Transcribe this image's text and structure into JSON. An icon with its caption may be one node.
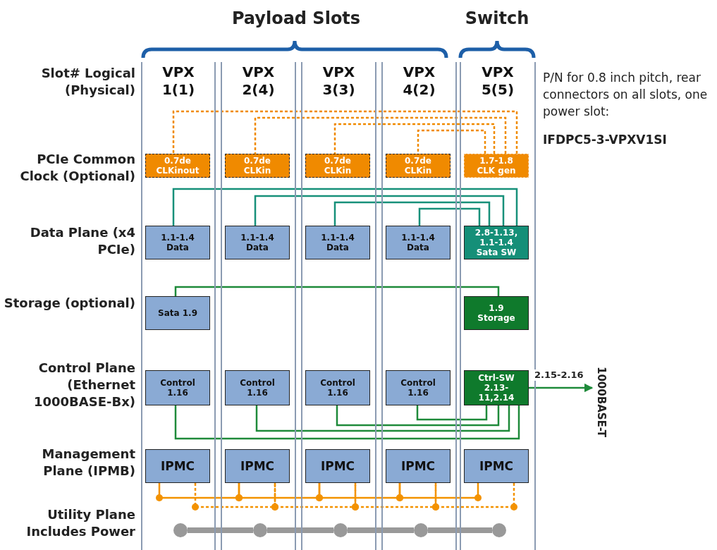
{
  "diagram": {
    "nodes": [
      {
        "text": [
          "VPX 1(1)"
        ]
      },
      {
        "text": [
          "VPX 2(4)"
        ]
      },
      {
        "text": [
          "VPX 3(3)"
        ]
      },
      {
        "text": [
          "VPX 4(2)"
        ]
      },
      {
        "text": [
          "VPX 5(5)"
        ]
      },
      {
        "text": [
          "0.7de CLKinout"
        ],
        "in": 0
      },
      {
        "text": [
          "0.7de CLKin"
        ],
        "in": 1
      },
      {
        "text": [
          "0.7de CLKin"
        ],
        "in": 2
      },
      {
        "text": [
          "0.7de CLKin"
        ],
        "in": 3
      },
      {
        "text": [
          "1.7-1.8 CLK gen"
        ],
        "in": 4
      },
      {
        "text": [
          "1.1-1.4 Data"
        ],
        "in": 0
      },
      {
        "text": [
          "1.1-1.4 Data"
        ],
        "in": 1
      },
      {
        "text": [
          "1.1-1.4 Data"
        ],
        "in": 2
      },
      {
        "text": [
          "1.1-1.4 Data"
        ],
        "in": 3
      },
      {
        "text": [
          "2.8-1.13, 1.1-1.4 Sata SW"
        ],
        "in": 4
      },
      {
        "text": [
          "Sata 1.9"
        ],
        "in": 0
      },
      {
        "text": [
          "1.9 Storage"
        ],
        "in": 4
      },
      {
        "text": [
          "Control 1.16"
        ],
        "in": 0
      },
      {
        "text": [
          "Control 1.16"
        ],
        "in": 1
      },
      {
        "text": [
          "Control 1.16"
        ],
        "in": 2
      },
      {
        "text": [
          "Control 1.16"
        ],
        "in": 3
      },
      {
        "text": [
          "Ctrl-SW 2.13-11,2.14"
        ],
        "in": 4
      },
      {
        "text": [
          "1000BASE-T"
        ]
      },
      {
        "text": [
          "IPMC"
        ],
        "in": 0
      },
      {
        "text": [
          "IPMC"
        ],
        "in": 1
      },
      {
        "text": [
          "IPMC"
        ],
        "in": 2
      },
      {
        "text": [
          "IPMC"
        ],
        "in": 3
      },
      {
        "text": [
          "IPMC"
        ],
        "in": 4
      },
      {
        "text": [],
        "shape": "circle",
        "in": 0
      },
      {
        "text": [],
        "shape": "circle",
        "in": 1
      },
      {
        "text": [],
        "shape": "circle",
        "in": 2
      },
      {
        "text": [],
        "shape": "circle",
        "in": 3
      },
      {
        "text": [],
        "shape": "circle",
        "in": 4
      }
    ],
    "edges": [
      {
        "from": 9,
        "to": 5,
        "arrow": "none",
        "style": "dashed",
        "color": "#f08a00"
      },
      {
        "from": 9,
        "to": 6,
        "arrow": "none",
        "style": "dashed",
        "color": "#f08a00"
      },
      {
        "from": 9,
        "to": 7,
        "arrow": "none",
        "style": "dashed",
        "color": "#f08a00"
      },
      {
        "from": 9,
        "to": 8,
        "arrow": "none",
        "style": "dashed",
        "color": "#f08a00"
      },
      {
        "from": 14,
        "to": 10,
        "arrow": "none",
        "color": "#17907a"
      },
      {
        "from": 14,
        "to": 11,
        "arrow": "none",
        "color": "#17907a"
      },
      {
        "from": 14,
        "to": 12,
        "arrow": "none",
        "color": "#17907a"
      },
      {
        "from": 14,
        "to": 13,
        "arrow": "none",
        "color": "#17907a"
      },
      {
        "from": 16,
        "to": 15,
        "arrow": "none",
        "color": "#1e8a3a"
      },
      {
        "from": 21,
        "to": 17,
        "arrow": "none",
        "color": "#1e8a3a"
      },
      {
        "from": 21,
        "to": 18,
        "arrow": "none",
        "color": "#1e8a3a"
      },
      {
        "from": 21,
        "to": 19,
        "arrow": "none",
        "color": "#1e8a3a"
      },
      {
        "from": 21,
        "to": 20,
        "arrow": "none",
        "color": "#1e8a3a"
      },
      {
        "from": 21,
        "to": 22,
        "arrow": "to",
        "label": "2.15-2.16",
        "color": "#1e8a3a"
      },
      {
        "from": 23,
        "to": 24,
        "arrow": "none"
      },
      {
        "from": 24,
        "to": 25,
        "arrow": "none"
      },
      {
        "from": 25,
        "to": 26,
        "arrow": "none"
      },
      {
        "from": 26,
        "to": 27,
        "arrow": "none"
      },
      {
        "from": 23,
        "to": 24,
        "arrow": "none",
        "style": "dashed"
      },
      {
        "from": 24,
        "to": 25,
        "arrow": "none",
        "style": "dashed"
      },
      {
        "from": 25,
        "to": 26,
        "arrow": "none",
        "style": "dashed"
      },
      {
        "from": 26,
        "to": 27,
        "arrow": "none",
        "style": "dashed"
      },
      {
        "from": 28,
        "to": 29,
        "arrow": "none",
        "style": "thick",
        "color": "#999999"
      },
      {
        "from": 29,
        "to": 30,
        "arrow": "none",
        "style": "thick",
        "color": "#999999"
      },
      {
        "from": 30,
        "to": 31,
        "arrow": "none",
        "style": "thick",
        "color": "#999999"
      },
      {
        "from": 31,
        "to": 32,
        "arrow": "none",
        "style": "thick",
        "color": "#999999"
      }
    ],
    "labels": [
      "Payload Slots",
      "Switch",
      "Slot# Logical (Physical)",
      "P/N for 0.8 inch pitch, rear connectors on all slots, one power slot:",
      "IFDPC5-3-VPXV1SI",
      "PCIe Common Clock (Optional)",
      "Data Plane (x4 PCIe)",
      "Storage (optional)",
      "Control Plane (Ethernet 1000BASE-Bx)",
      "Management Plane (IPMB)",
      "Utility Plane Includes Power"
    ]
  }
}
